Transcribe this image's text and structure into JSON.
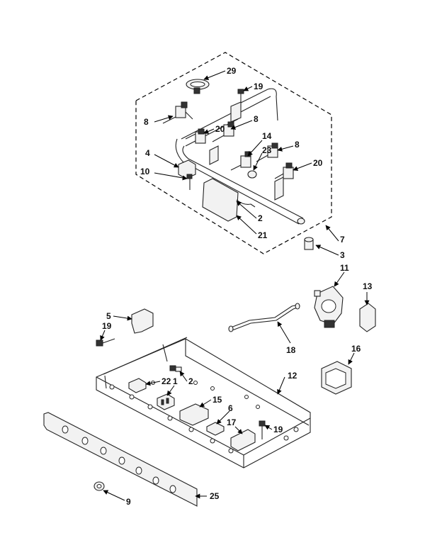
{
  "labels": {
    "l29": "29",
    "l19a": "19",
    "l8a": "8",
    "l8b": "8",
    "l20a": "20",
    "l14": "14",
    "l23": "23",
    "l8c": "8",
    "l4": "4",
    "l20b": "20",
    "l10": "10",
    "l2a": "2",
    "l21": "21",
    "l7": "7",
    "l3": "3",
    "l11": "11",
    "l13": "13",
    "l5": "5",
    "l19b": "19",
    "l18": "18",
    "l16": "16",
    "l12": "12",
    "l22": "22",
    "l2b": "2",
    "l1": "1",
    "l15": "15",
    "l6": "6",
    "l17": "17",
    "l19c": "19",
    "l25": "25",
    "l9": "9"
  }
}
